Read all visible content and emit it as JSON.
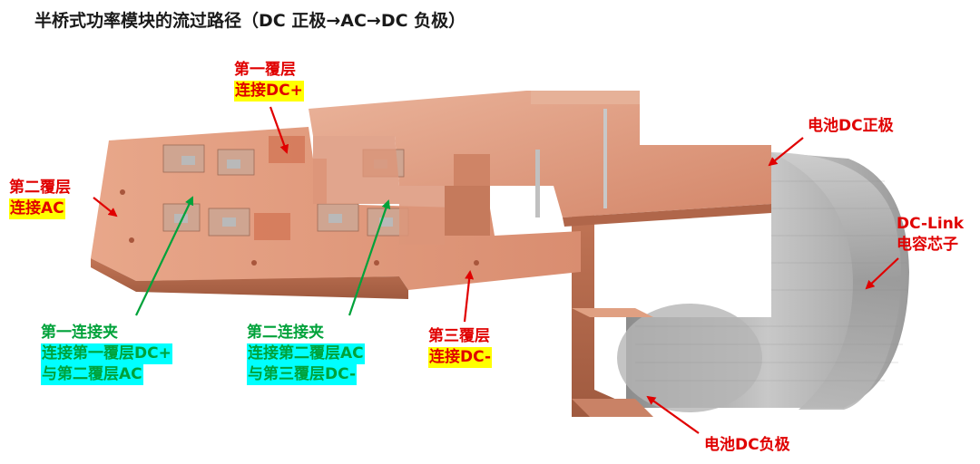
{
  "title": "半桥式功率模块的流过路径（DC 正极→AC→DC 负极）",
  "labels": {
    "layer1": {
      "line1": "第一覆层",
      "line2": "连接DC+"
    },
    "layer2": {
      "line1": "第二覆层",
      "line2": "连接AC"
    },
    "layer3": {
      "line1": "第三覆层",
      "line2": "连接DC-"
    },
    "clip1": {
      "line1": "第一连接夹",
      "line2": "连接第一覆层DC+",
      "line3": "与第二覆层AC"
    },
    "clip2": {
      "line1": "第二连接夹",
      "line2": "连接第二覆层AC",
      "line3": "与第三覆层DC-"
    },
    "battery_pos": "电池DC正极",
    "battery_neg": "电池DC负极",
    "capacitor": {
      "line1": "DC-Link",
      "line2": "电容芯子"
    }
  },
  "colors": {
    "label_red": "#e00000",
    "label_green": "#00a23a",
    "highlight_yellow": "#ffff00",
    "highlight_cyan": "#00ffff",
    "copper": "#d9896a",
    "copper_dark": "#b8694d",
    "capacitor_silver": "#a9a9a9"
  }
}
